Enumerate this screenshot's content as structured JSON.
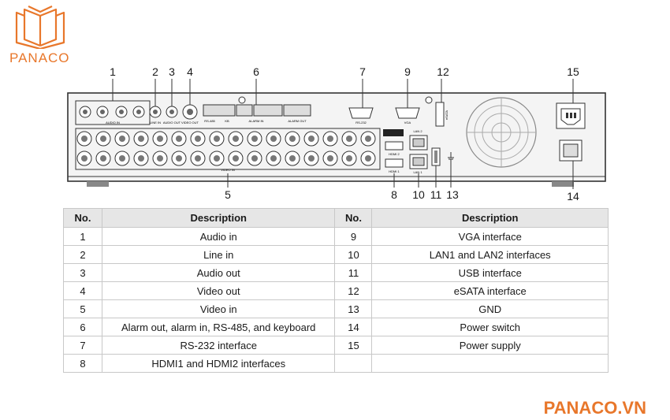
{
  "logo": {
    "text": "PANACO",
    "color": "#e8772b"
  },
  "callouts": {
    "n1": "1",
    "n2": "2",
    "n3": "3",
    "n4": "4",
    "n5": "5",
    "n6": "6",
    "n7": "7",
    "n8": "8",
    "n9": "9",
    "n10": "10",
    "n11": "11",
    "n12": "12",
    "n13": "13",
    "n14": "14",
    "n15": "15"
  },
  "panel_labels": {
    "audio_in": "AUDIO IN",
    "line_in": "LINE IN",
    "audio_out": "AUDIO OUT",
    "video_out": "VIDEO OUT",
    "rs485": "RS-485",
    "kb": "KB",
    "alarm_in": "ALARM IN",
    "alarm_out": "ALARM OUT",
    "rs232": "RS-232",
    "vga": "VGA",
    "lan2": "LAN 2",
    "lan1": "LAN 1",
    "hdmi2": "HDMI 2",
    "hdmi1": "HDMI 1",
    "video_in": "VIDEO IN",
    "esata": "eSATA"
  },
  "table": {
    "headers": {
      "no1": "No.",
      "desc1": "Description",
      "no2": "No.",
      "desc2": "Description"
    },
    "rows": [
      {
        "n1": "1",
        "d1": "Audio in",
        "n2": "9",
        "d2": "VGA interface"
      },
      {
        "n1": "2",
        "d1": "Line in",
        "n2": "10",
        "d2": "LAN1 and LAN2 interfaces"
      },
      {
        "n1": "3",
        "d1": "Audio out",
        "n2": "11",
        "d2": "USB interface"
      },
      {
        "n1": "4",
        "d1": "Video out",
        "n2": "12",
        "d2": "eSATA interface"
      },
      {
        "n1": "5",
        "d1": "Video in",
        "n2": "13",
        "d2": "GND"
      },
      {
        "n1": "6",
        "d1": "Alarm out, alarm in, RS-485, and keyboard",
        "n2": "14",
        "d2": "Power switch"
      },
      {
        "n1": "7",
        "d1": "RS-232 interface",
        "n2": "15",
        "d2": "Power supply"
      },
      {
        "n1": "8",
        "d1": "HDMI1 and HDMI2 interfaces",
        "n2": "",
        "d2": ""
      }
    ]
  },
  "brand": {
    "text": "PANACO.VN",
    "color": "#e8772b"
  }
}
